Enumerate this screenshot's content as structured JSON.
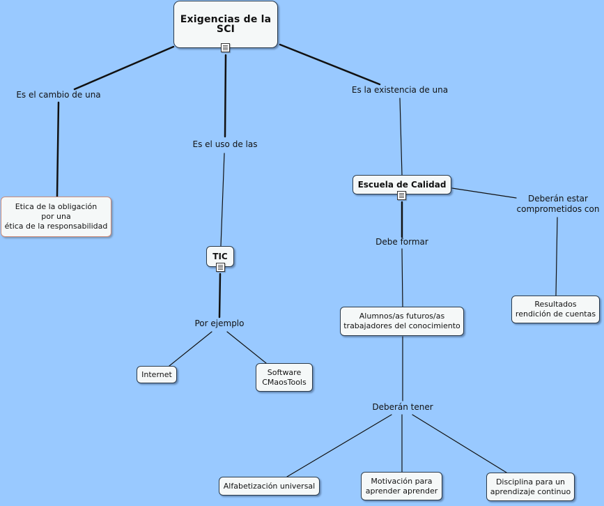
{
  "colors": {
    "background": "#99c9ff",
    "node_fill": "#f5f8f8",
    "line": "#111111"
  },
  "nodes": {
    "root": "Exigencias de la SCI",
    "ethic": "Etica de la obligación\npor una\nética de la responsabilidad",
    "tic": "TIC",
    "internet": "Internet",
    "software": "Software\nCMaosTools",
    "escuela": "Escuela de Calidad",
    "resultados": "Resultados\nrendición de cuentas",
    "alumnos": "Alumnos/as futuros/as\ntrabajadores del conocimiento",
    "alfabetizacion": "Alfabetización universal",
    "motivacion": "Motivación para\naprender aprender",
    "disciplina": "Disciplina para un\naprendizaje continuo"
  },
  "links": {
    "cambio": "Es el cambio de una",
    "uso": "Es el uso de las",
    "existencia": "Es la existencia de una",
    "ejemplo": "Por ejemplo",
    "deberan_estar": "Deberán estar\ncomprometidos con",
    "debe_formar": "Debe formar",
    "deberan_tener": "Deberán tener"
  },
  "icons": [
    "document-icon"
  ]
}
